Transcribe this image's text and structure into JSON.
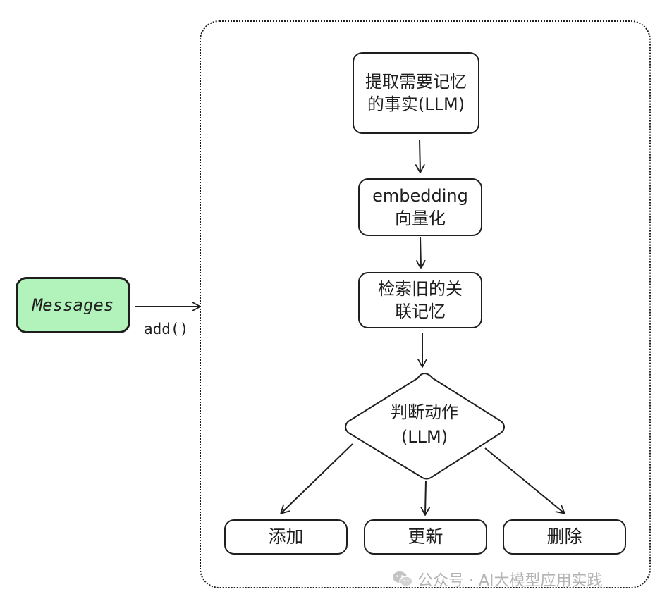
{
  "messages": {
    "label": "Messages",
    "fill": "#b2f2bb"
  },
  "add_call": "add()",
  "steps": {
    "extract": "提取需要记忆\n的事实(LLM)",
    "embed": "embedding\n向量化",
    "search": "检索旧的关\n联记忆"
  },
  "decision": "判断动作\n(LLM)",
  "actions": {
    "add": "添加",
    "update": "更新",
    "delete": "删除"
  },
  "watermark": {
    "icon": "wechat-icon",
    "text": "公众号 · AI大模型应用实践"
  },
  "colors": {
    "stroke": "#1e1e1e",
    "watermark": "#b4b4b4"
  }
}
